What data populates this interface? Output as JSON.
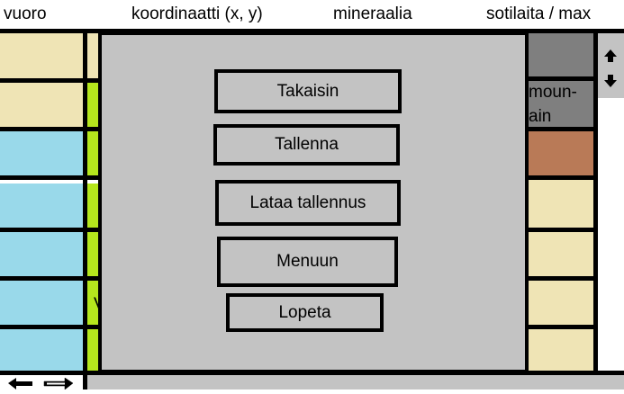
{
  "header": {
    "turn_label": "vuoro",
    "coords_label": "koordinaatti (x, y)",
    "minerals_label": "mineraalia",
    "soldiers_label": "sotilaita / max"
  },
  "side_tile": {
    "mountain_label_line1": "moun-",
    "mountain_label_line2": "ain",
    "partial_letter": "V"
  },
  "scroll": {
    "up_icon": "up-arrow-icon",
    "down_icon": "down-arrow-icon",
    "left_icon": "left-arrow-icon",
    "right_icon": "right-arrow-icon"
  },
  "menu": {
    "buttons": [
      {
        "label": "Takaisin"
      },
      {
        "label": "Tallenna"
      },
      {
        "label": "Lataa tallennus"
      },
      {
        "label": "Menuun"
      },
      {
        "label": "Lopeta"
      }
    ]
  },
  "colors": {
    "beige": "#efe4b5",
    "blue": "#99d9ea",
    "green": "#b5e61d",
    "gray": "#7f7f7f",
    "brown": "#b97a57",
    "panel": "#c3c3c3"
  }
}
